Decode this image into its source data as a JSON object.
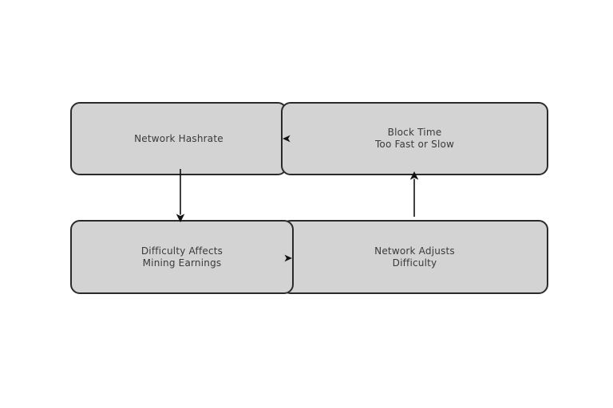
{
  "diagram": {
    "type": "flowchart-cycle",
    "nodes": [
      {
        "id": "network-hashrate",
        "label": "Network Hashrate"
      },
      {
        "id": "block-time",
        "label": "Block Time\nToo Fast or Slow"
      },
      {
        "id": "difficulty-affects-mining-earnings",
        "label": "Difficulty Affects\nMining Earnings"
      },
      {
        "id": "network-adjusts-difficulty",
        "label": "Network Adjusts\nDifficulty"
      }
    ],
    "edges": [
      {
        "from": "network-hashrate",
        "to": "difficulty-affects-mining-earnings",
        "direction": "down"
      },
      {
        "from": "difficulty-affects-mining-earnings",
        "to": "network-adjusts-difficulty",
        "direction": "right"
      },
      {
        "from": "network-adjusts-difficulty",
        "to": "block-time",
        "direction": "up"
      },
      {
        "from": "block-time",
        "to": "network-hashrate",
        "direction": "left"
      }
    ],
    "colors": {
      "node_fill": "#d3d3d3",
      "node_border": "#2a2a2a",
      "text": "#3a3a3a",
      "arrow": "#111111",
      "background": "#ffffff"
    }
  }
}
